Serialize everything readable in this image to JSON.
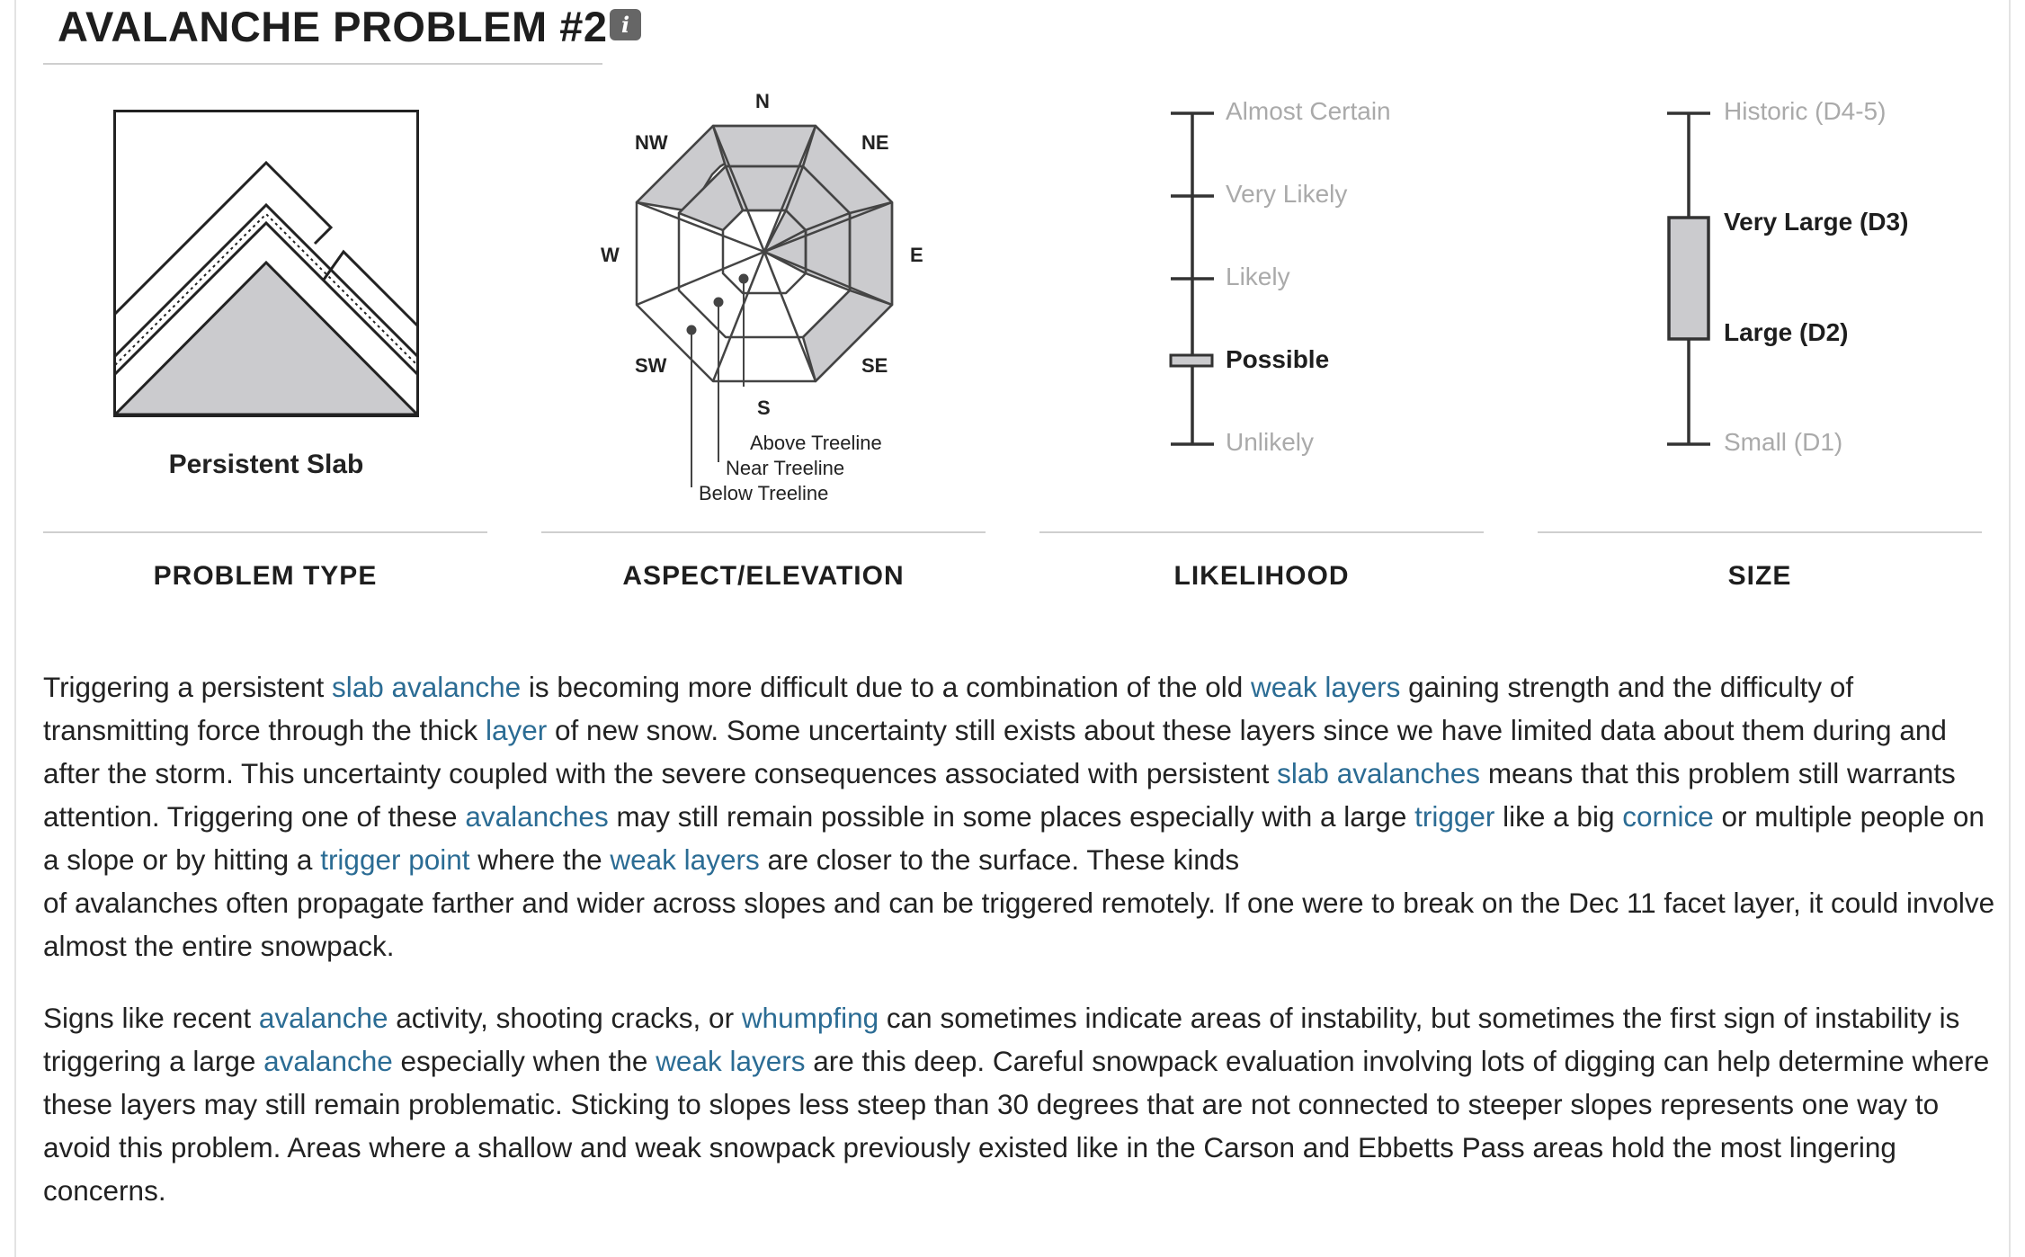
{
  "header": {
    "title": "AVALANCHE PROBLEM #2",
    "info_icon": "i"
  },
  "problem_type": {
    "name": "Persistent Slab",
    "label": "PROBLEM TYPE"
  },
  "aspect": {
    "label": "ASPECT/ELEVATION",
    "directions": {
      "n": "N",
      "ne": "NE",
      "e": "E",
      "se": "SE",
      "s": "S",
      "sw": "SW",
      "w": "W",
      "nw": "NW"
    },
    "elevations": {
      "above": "Above Treeline",
      "near": "Near Treeline",
      "below": "Below Treeline"
    },
    "shaded_aspects": [
      "NW",
      "N",
      "NE",
      "E",
      "SE"
    ],
    "shade_color": "#cbcbce"
  },
  "likelihood": {
    "label": "LIKELIHOOD",
    "levels": [
      "Almost Certain",
      "Very Likely",
      "Likely",
      "Possible",
      "Unlikely"
    ],
    "selected": "Possible"
  },
  "size": {
    "label": "SIZE",
    "levels": [
      "Historic (D4-5)",
      "Very Large (D3)",
      "Large (D2)",
      "Small (D1)"
    ],
    "selected_range": [
      "Large (D2)",
      "Very Large (D3)"
    ]
  },
  "discussion": {
    "p1": [
      {
        "text": "Triggering a persistent "
      },
      {
        "text": "slab avalanche",
        "link": true
      },
      {
        "text": " is becoming more difficult due to a combination of the old "
      },
      {
        "text": "weak layers",
        "link": true
      },
      {
        "text": " gaining strength and the difficulty of transmitting force through the thick "
      },
      {
        "text": "layer",
        "link": true
      },
      {
        "text": " of new snow. Some uncertainty still exists about these layers since we have limited data about them during and after the storm. This uncertainty coupled with the severe consequences associated with persistent "
      },
      {
        "text": "slab avalanches",
        "link": true
      },
      {
        "text": " means that this problem still warrants attention. Triggering one of these "
      },
      {
        "text": "avalanches",
        "link": true
      },
      {
        "text": " may still remain possible in some places especially with a large "
      },
      {
        "text": "trigger",
        "link": true
      },
      {
        "text": " like a big "
      },
      {
        "text": "cornice",
        "link": true
      },
      {
        "text": " or multiple people on a slope or by hitting a "
      },
      {
        "text": "trigger point",
        "link": true
      },
      {
        "text": " where the "
      },
      {
        "text": "weak layers",
        "link": true
      },
      {
        "text": " are closer to the surface. These kinds",
        "br": true
      },
      {
        "text": "of avalanches often propagate farther and wider across slopes and can be triggered remotely. If one were to break on the Dec 11 facet layer, it could involve almost the entire snowpack."
      }
    ],
    "p2": [
      {
        "text": "Signs like recent "
      },
      {
        "text": "avalanche",
        "link": true
      },
      {
        "text": " activity, shooting cracks, or "
      },
      {
        "text": "whumpfing",
        "link": true
      },
      {
        "text": " can sometimes indicate areas of instability, but sometimes the first sign of instability is triggering a large "
      },
      {
        "text": "avalanche",
        "link": true
      },
      {
        "text": " especially when the "
      },
      {
        "text": "weak layers",
        "link": true
      },
      {
        "text": " are this deep. Careful snowpack evaluation involving lots of digging can help determine where these layers may still remain problematic. Sticking to slopes less steep than 30 degrees that are not connected to steeper slopes represents one way to avoid this problem. Areas where a shallow and weak snowpack previously existed like in the Carson and Ebbetts Pass areas hold the most lingering concerns."
      }
    ]
  },
  "colors": {
    "link": "#2b6c94",
    "muted": "#aaaaaa",
    "bar_fill": "#cbcbce",
    "rule": "#cfcfcf"
  }
}
